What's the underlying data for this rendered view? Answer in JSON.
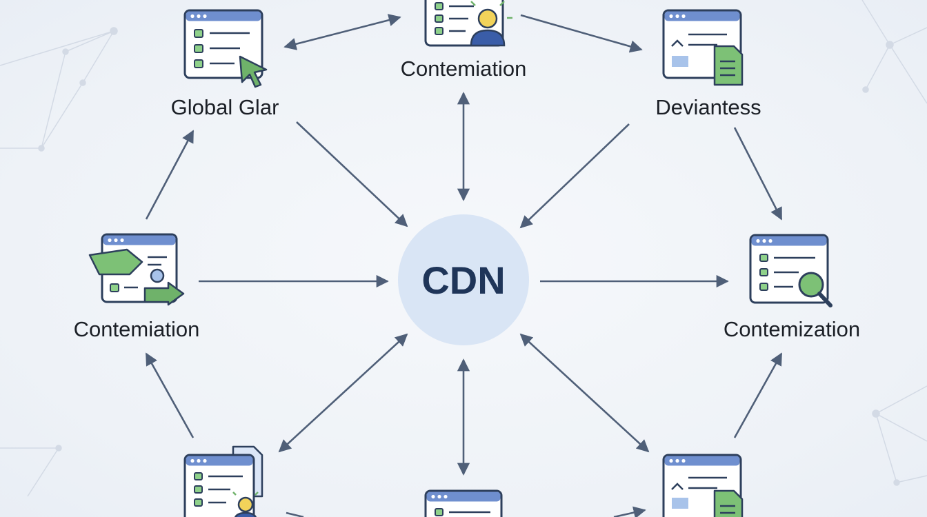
{
  "hub": {
    "label": "CDN"
  },
  "nodes": [
    {
      "id": "top-left",
      "label": "Global Glar",
      "icon": "browser-window-cursor-icon"
    },
    {
      "id": "top-center",
      "label": "Contemiation",
      "icon": "browser-window-user-icon"
    },
    {
      "id": "top-right",
      "label": "Deviantess",
      "icon": "browser-window-document-icon"
    },
    {
      "id": "middle-left",
      "label": "Contemiation",
      "icon": "browser-window-arrow-user-icon"
    },
    {
      "id": "middle-right",
      "label": "Contemization",
      "icon": "browser-window-search-icon"
    },
    {
      "id": "bottom-left",
      "label": "",
      "icon": "browser-window-user-document-icon"
    },
    {
      "id": "bottom-center",
      "label": "",
      "icon": "browser-window-icon"
    },
    {
      "id": "bottom-right",
      "label": "",
      "icon": "browser-window-document-icon"
    }
  ],
  "colors": {
    "hub_fill": "#d9e5f5",
    "hub_text": "#1f3559",
    "arrow": "#4f5f78",
    "window_border": "#2d3f5c",
    "window_titlebar": "#6f8fcf",
    "accent_green": "#6fb26a",
    "accent_yellow": "#f2d35a",
    "accent_blue": "#3a5da8"
  }
}
